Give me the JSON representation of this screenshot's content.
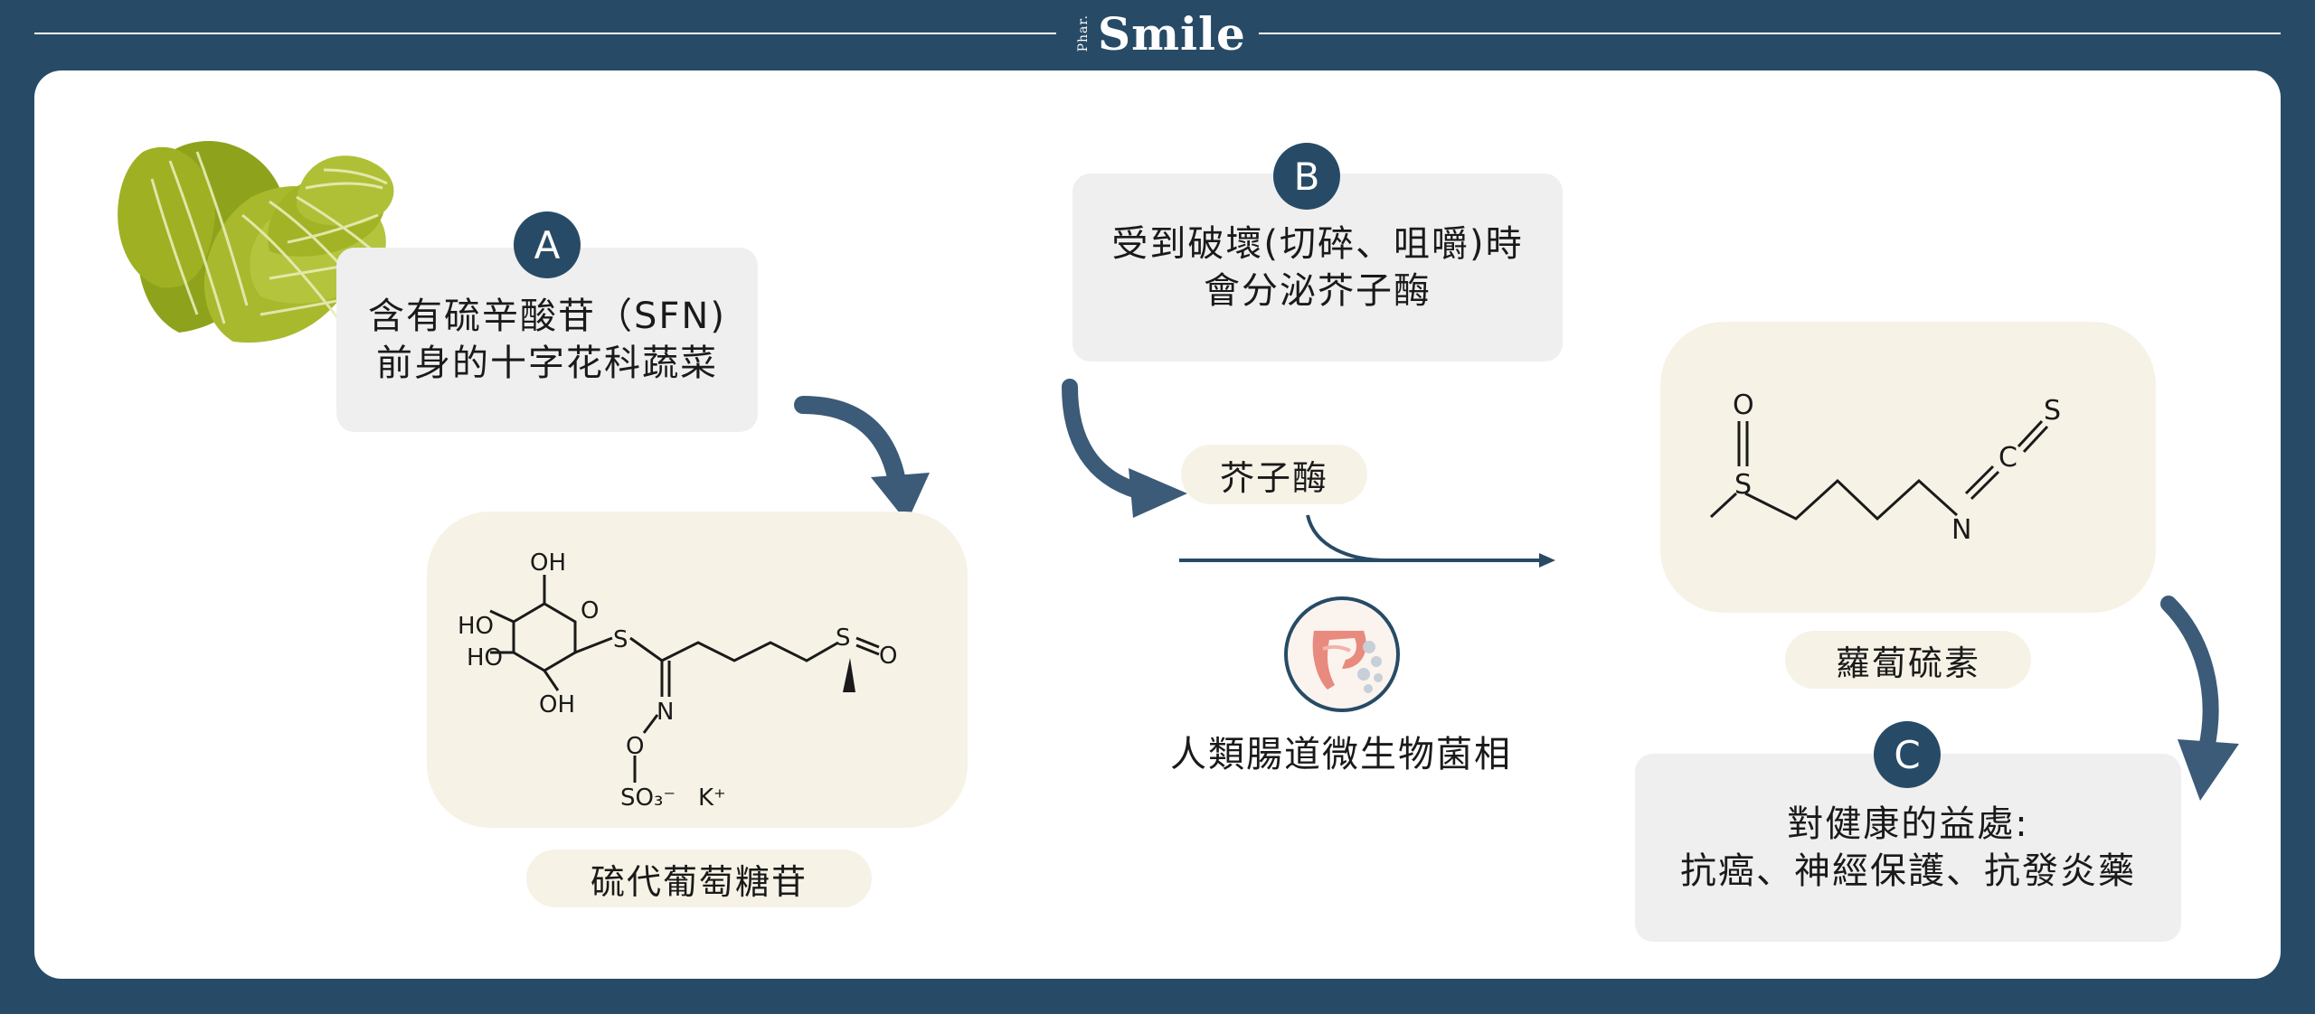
{
  "brand": {
    "small": "Phar.",
    "big": "Smile"
  },
  "colors": {
    "navy": "#274b66",
    "panel_gray": "#efefef",
    "panel_beige": "#f6f2e6",
    "leaf_green": "#a4b422"
  },
  "step_a": {
    "badge": "A",
    "line1": "含有硫辛酸苷（SFN)",
    "line2": "前身的十字花科蔬菜"
  },
  "glucosinolate": {
    "label": "硫代葡萄糖苷",
    "atoms": {
      "oh_top": "OH",
      "o_ring": "O",
      "s_link": "S",
      "ho1": "HO",
      "ho2": "HO",
      "oh_bottom": "OH",
      "n": "N",
      "o_ox": "O",
      "so3": "SO₃⁻",
      "k": "K⁺",
      "s_sulf": "S",
      "o_sulf": "O"
    }
  },
  "step_b": {
    "badge": "B",
    "line1": "受到破壞(切碎、咀嚼)時",
    "line2": "會分泌芥子酶"
  },
  "enzyme": {
    "label": "芥子酶"
  },
  "gut": {
    "label": "人類腸道微生物菌相",
    "icon": "intestine-icon"
  },
  "sulforaphane": {
    "label": "蘿蔔硫素",
    "atoms": {
      "o": "O",
      "s1": "S",
      "n": "N",
      "c": "C",
      "s2": "S"
    }
  },
  "step_c": {
    "badge": "C",
    "line1": "對健康的益處:",
    "line2": "抗癌、神經保護、抗發炎藥"
  }
}
